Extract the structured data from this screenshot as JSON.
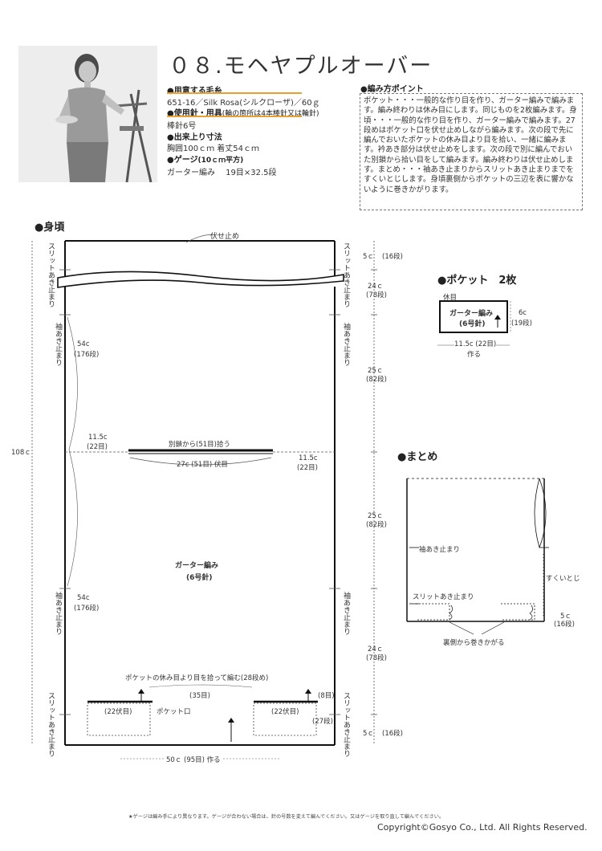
{
  "title": "０８.モヘヤプルオーバー",
  "materials": {
    "yarn_heading": "●用意する毛糸",
    "yarn_text": "651-16／Silk Rosa(シルクローザ)／60ｇ",
    "needles_heading": "●使用針・用具",
    "needles_note": "(輪の箇所は4本棒針又は輪針)",
    "needles_text": "棒針6号",
    "size_heading": "●出来上り寸法",
    "size_text": "胸囲100ｃｍ 着丈54ｃｍ",
    "gauge_heading": "●ゲージ",
    "gauge_note": "(10ｃｍ平方)",
    "gauge_text": "ガーター編み　 19目×32.5段"
  },
  "method": {
    "heading": "●編み方ポイント",
    "text": "ポケット・・・一般的な作り目を作り、ガーター編みで編みます。編み終わりは休み目にします。同じものを2枚編みます。身頃・・・一般的な作り目を作り、ガーター編みで編みます。27段めはポケット口を伏せ止めしながら編みます。次の段で先に編んでおいたポケットの休み目より目を拾い、一緒に編みます。衿あき部分は伏せ止めをします。次の段で別に編んでおいた別鎖から拾い目をして編みます。編み終わりは伏せ止めします。まとめ・・・袖あき止まりからスリットあき止まりまでをすくいとじします。身頃裏側からポケットの三辺を表に響かないように巻きかがります。"
  },
  "body": {
    "heading": "●身頃",
    "bind_off_top": "伏せ止め",
    "slit_stop": "スリットあき止まり",
    "sleeve_stop": "袖あき止まり",
    "side_len": "54c",
    "side_rows": "(176段)",
    "total_len": "108ｃ",
    "sep_left_w": "11.5c",
    "sep_left_st": "(22目)",
    "sep_right_w": "11.5c",
    "sep_right_st": "(22目)",
    "neck_pickup": "別鎖から(51目)拾う",
    "neck_bindoff": "27c (51目) 伏目",
    "pattern": "ガーター編み",
    "needle": "(6号針)",
    "right_5c_top": "5ｃ",
    "right_16_top": "(16段)",
    "right_24c_top": "24ｃ",
    "right_78_top": "(78段)",
    "right_25c_a": "25ｃ",
    "right_82_a": "(82段)",
    "right_25c_b": "25ｃ",
    "right_82_b": "(82段)",
    "right_24c_bot": "24ｃ",
    "right_78_bot": "(78段)",
    "right_5c_bot": "5ｃ",
    "right_16_bot": "(16段)",
    "pocket_pickup": "ポケットの休み目より目を拾って編む(28段め)",
    "st35": "(35目)",
    "st8": "(8目)",
    "bind22_left": "(22伏目)",
    "pocket_mouth": "ポケット口",
    "bind22_right": "(22伏目)",
    "rows27": "(27段)",
    "bottom": "50ｃ (95目) 作る"
  },
  "pocket": {
    "heading": "●ポケット　2枚",
    "rest": "休目",
    "pattern": "ガーター編み",
    "needle": "(6号針)",
    "height": "6c",
    "height_rows": "(19段)",
    "width": "11.5c (22目)",
    "make": "作る"
  },
  "finish": {
    "heading": "●まとめ",
    "sleeve_stop": "袖あき止まり",
    "slit_stop": "スリットあき止まり",
    "sukui": "すくいとじ",
    "len": "5ｃ",
    "rows": "(16段)",
    "whip": "裏側から巻きかがる"
  },
  "footer": {
    "note": "★ゲージは編み手により異なります。ゲージが合わない場合は、針の号数を変えて編んでください。又はゲージを取り直して編んでください。",
    "copyright": "Copyright©Gosyo Co., Ltd. All Rights Reserved."
  }
}
